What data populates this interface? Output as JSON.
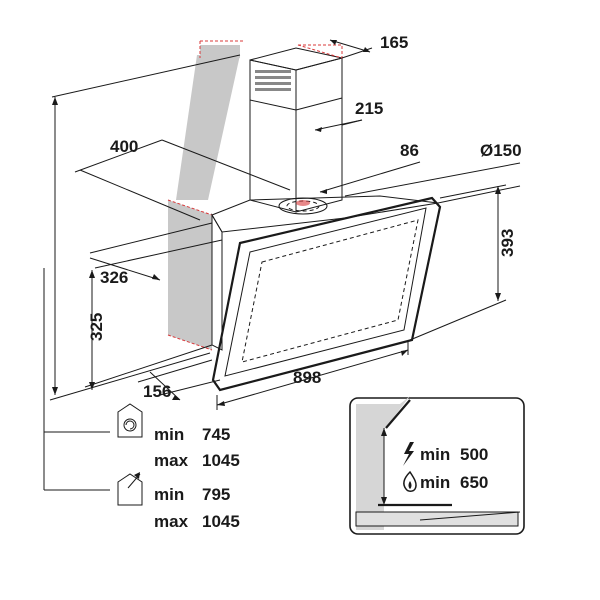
{
  "dimensions": {
    "chimney_depth": "165",
    "chimney_width": "215",
    "hood_depth": "400",
    "outlet_offset": "86",
    "outlet_diameter": "Ø150",
    "glass_height": "393",
    "body_depth": "326",
    "body_height": "325",
    "width": "898",
    "bottom_depth": "156"
  },
  "install_heights": {
    "recirculation": {
      "min_label": "min",
      "min_value": "745",
      "max_label": "max",
      "max_value": "1045"
    },
    "extraction": {
      "min_label": "min",
      "min_value": "795",
      "max_label": "max",
      "max_value": "1045"
    }
  },
  "clearance_box": {
    "electric": {
      "label": "min",
      "value": "500"
    },
    "gas": {
      "label": "min",
      "value": "650"
    }
  },
  "colors": {
    "line": "#1a1a1a",
    "wall": "#c8c8c8",
    "marker": "#d9383a"
  },
  "icons": [
    "recirculation-house-icon",
    "extraction-house-icon",
    "electric-bolt-icon",
    "gas-flame-icon"
  ]
}
